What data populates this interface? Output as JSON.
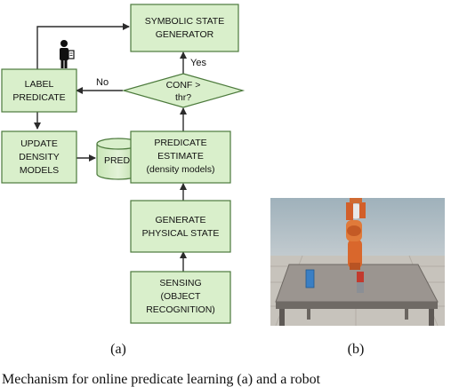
{
  "diagram": {
    "nodes": {
      "symbolic": [
        "SYMBOLIC STATE",
        "GENERATOR"
      ],
      "label": [
        "LABEL",
        "PREDICATE"
      ],
      "decision": [
        "CONF >",
        "thr?"
      ],
      "update": [
        "UPDATE",
        "DENSITY",
        "MODELS"
      ],
      "db": [
        "PRED."
      ],
      "estimate": [
        "PREDICATE",
        "ESTIMATE",
        "(density models)"
      ],
      "physical": [
        "GENERATE",
        "PHYSICAL STATE"
      ],
      "sensing": [
        "SENSING",
        "(OBJECT",
        "RECOGNITION)"
      ]
    },
    "edge_labels": {
      "no": "No",
      "yes": "Yes"
    }
  },
  "captions": {
    "a": "(a)",
    "b": "(b)"
  },
  "bottom_text": "Mechanism for online predicate learning (a) and a robot",
  "colors": {
    "box_fill": "#d9efcb",
    "box_stroke": "#4c7a3c",
    "arrow": "#2b2b2b"
  },
  "icons": {
    "human": "human-figure-icon"
  }
}
